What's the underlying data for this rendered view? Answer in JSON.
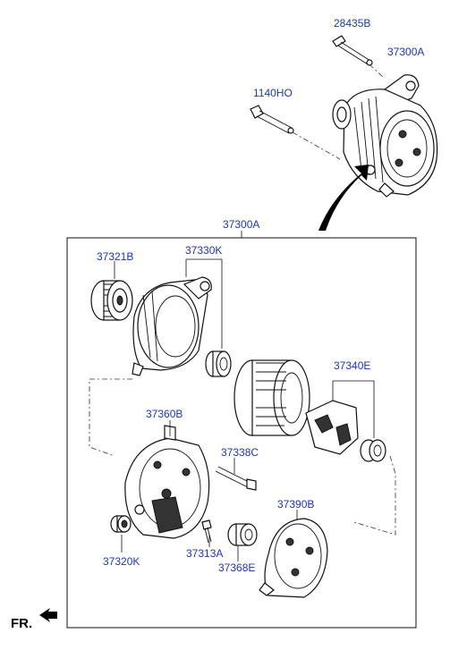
{
  "labels": {
    "bolt_top": "28435B",
    "alternator_assy_top": "37300A",
    "bolt_left": "1140HO",
    "alternator_assy_box": "37300A",
    "pulley": "37321B",
    "front_bracket": "37330K",
    "regulator_assy": "37340E",
    "rear_bracket": "37360B",
    "through_bolt": "37338C",
    "rear_cover": "37390B",
    "bushing": "37320K",
    "screw": "37313A",
    "insulator": "37368E"
  },
  "direction_marker": "FR."
}
